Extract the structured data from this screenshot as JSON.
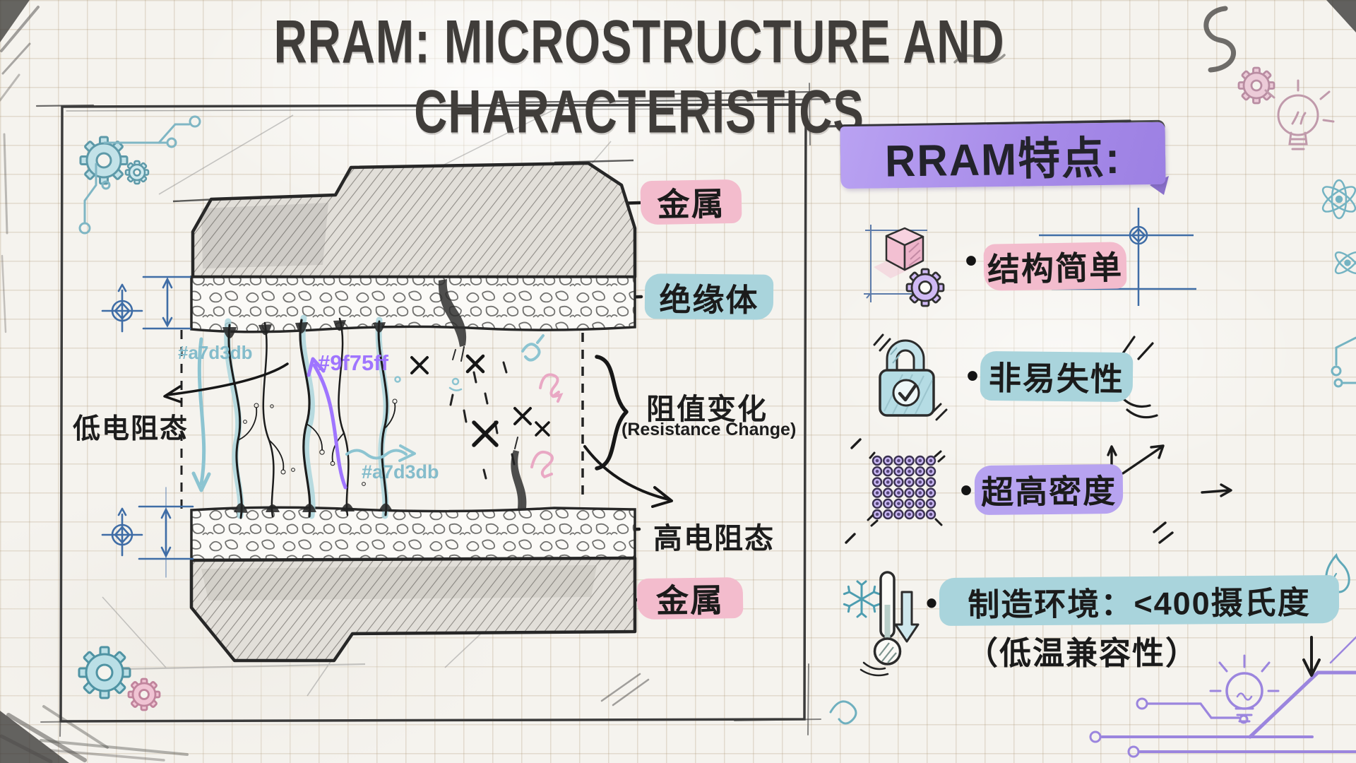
{
  "title": "RRAM: MICROSTRUCTURE AND CHARACTERISTICS",
  "diagram": {
    "metal_top": "金属",
    "insulator": "绝缘体",
    "resistance_change_zh": "阻值变化",
    "resistance_change_en": "(Resistance Change)",
    "high_resistance": "高电阻态",
    "metal_bottom": "金属",
    "low_resistance": "低电阻态",
    "filament_color_top": "#a7d3db",
    "filament_color_purple": "#9f75ff",
    "filament_color_bottom": "#a7d3db"
  },
  "features": {
    "heading": "RRAM特点:",
    "bullet": "•",
    "items": [
      {
        "label": "结构简单",
        "icon": "cube-gear-icon",
        "highlight": "#f3bccd"
      },
      {
        "label": "非易失性",
        "icon": "lock-check-icon",
        "highlight": "#abd6de"
      },
      {
        "label": "超高密度",
        "icon": "dot-matrix-icon",
        "highlight": "#b7a3f0"
      },
      {
        "label": "制造环境：<400摄氏度",
        "sublabel": "（低温兼容性）",
        "icon": "thermometer-cold-icon",
        "highlight": "#a9d4dc"
      }
    ]
  },
  "colors": {
    "pink_highlight": "#f3bccd",
    "teal_highlight": "#a7d3db",
    "purple_highlight": "#b7a3f0",
    "banner_purple": "#a88ce9",
    "blueprint_blue": "#3f6da6",
    "ink_black": "#2b2b2b",
    "teal_ink": "#8cc4d1",
    "purple_ink": "#9f75ff",
    "pink_ink": "#e9a8c4"
  }
}
